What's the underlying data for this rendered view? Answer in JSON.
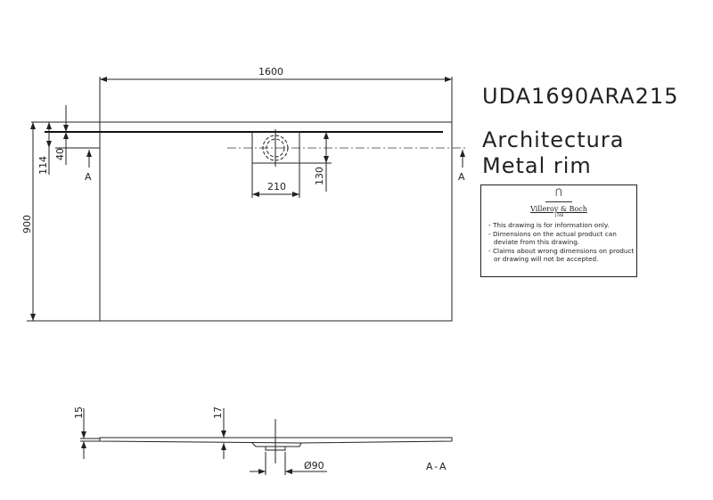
{
  "product": {
    "code": "UDA1690ARA215",
    "name": "Architectura",
    "variant": "Metal rim"
  },
  "dimensions": {
    "length": "1600",
    "width": "900",
    "drain_offset": "114",
    "channel_offset": "40",
    "drain_width": "210",
    "drain_depth": "130",
    "section_edge": "15",
    "section_height": "17",
    "drain_diameter": "Ø90"
  },
  "section_marker": "A",
  "section_label": "A-A",
  "notice": {
    "brand": "Villeroy & Boch",
    "year": "1748",
    "lines": [
      "- This drawing is for information only.",
      "- Dimensions on the actual product can deviate from this drawing.",
      "- Claims about wrong dimensions on product or drawing will not be accepted."
    ]
  }
}
